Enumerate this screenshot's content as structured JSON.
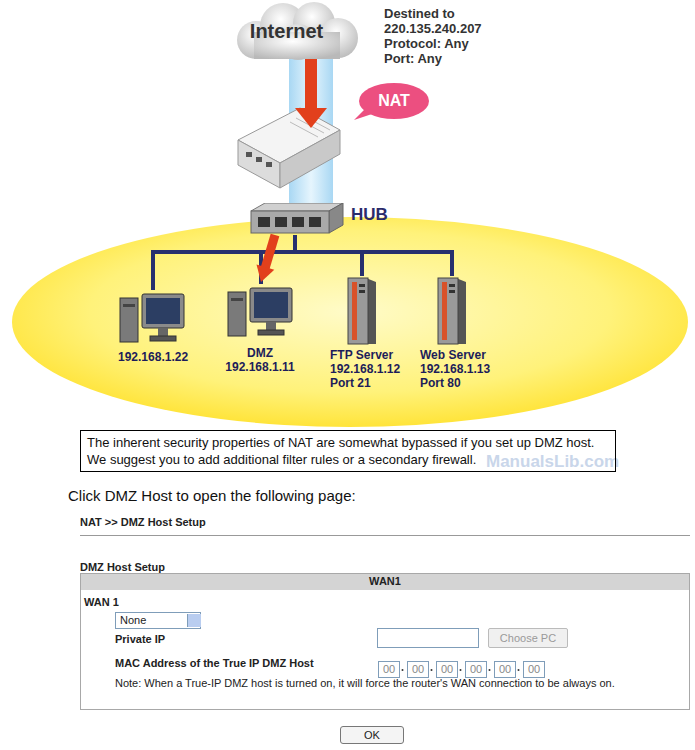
{
  "diagram": {
    "nodes": [
      {
        "text": [
          "Internet"
        ]
      },
      {
        "text": [
          "NAT"
        ]
      },
      {
        "text": [
          "HUB"
        ]
      },
      {
        "text": [
          "192.168.1.22"
        ]
      },
      {
        "text": [
          "DMZ 192.168.1.11"
        ]
      },
      {
        "text": [
          "FTP Server 192.168.1.12 Port 21"
        ]
      },
      {
        "text": [
          "Web Server 192.168.1.13 Port 80"
        ]
      },
      {
        "text": [
          "The inherent security properties of NAT are somewhat bypassed if you set up DMZ host.",
          "We suggest you to add additional filter rules or a secondary firewall."
        ]
      }
    ],
    "edges": [
      {
        "from": 2,
        "to": 3,
        "arrow": "none"
      },
      {
        "from": 2,
        "to": 4,
        "arrow": "to"
      },
      {
        "from": 2,
        "to": 5,
        "arrow": "none"
      },
      {
        "from": 2,
        "to": 6,
        "arrow": "none"
      }
    ],
    "labels": [
      "Destined to",
      "220.135.240.207",
      "Protocol: Any",
      "Port: Any",
      "ManualsLib.com",
      "Click DMZ Host to open the following page:",
      "NAT >> DMZ Host Setup",
      "DMZ Host Setup",
      "WAN1",
      "WAN 1",
      "None",
      "Private IP",
      "Choose PC",
      "MAC Address of the True IP DMZ Host",
      "00",
      "00",
      "00",
      "00",
      "00",
      "00",
      "Note: When a True-IP DMZ host is turned on, it will force the router's WAN connection to be always on.",
      "OK"
    ]
  }
}
